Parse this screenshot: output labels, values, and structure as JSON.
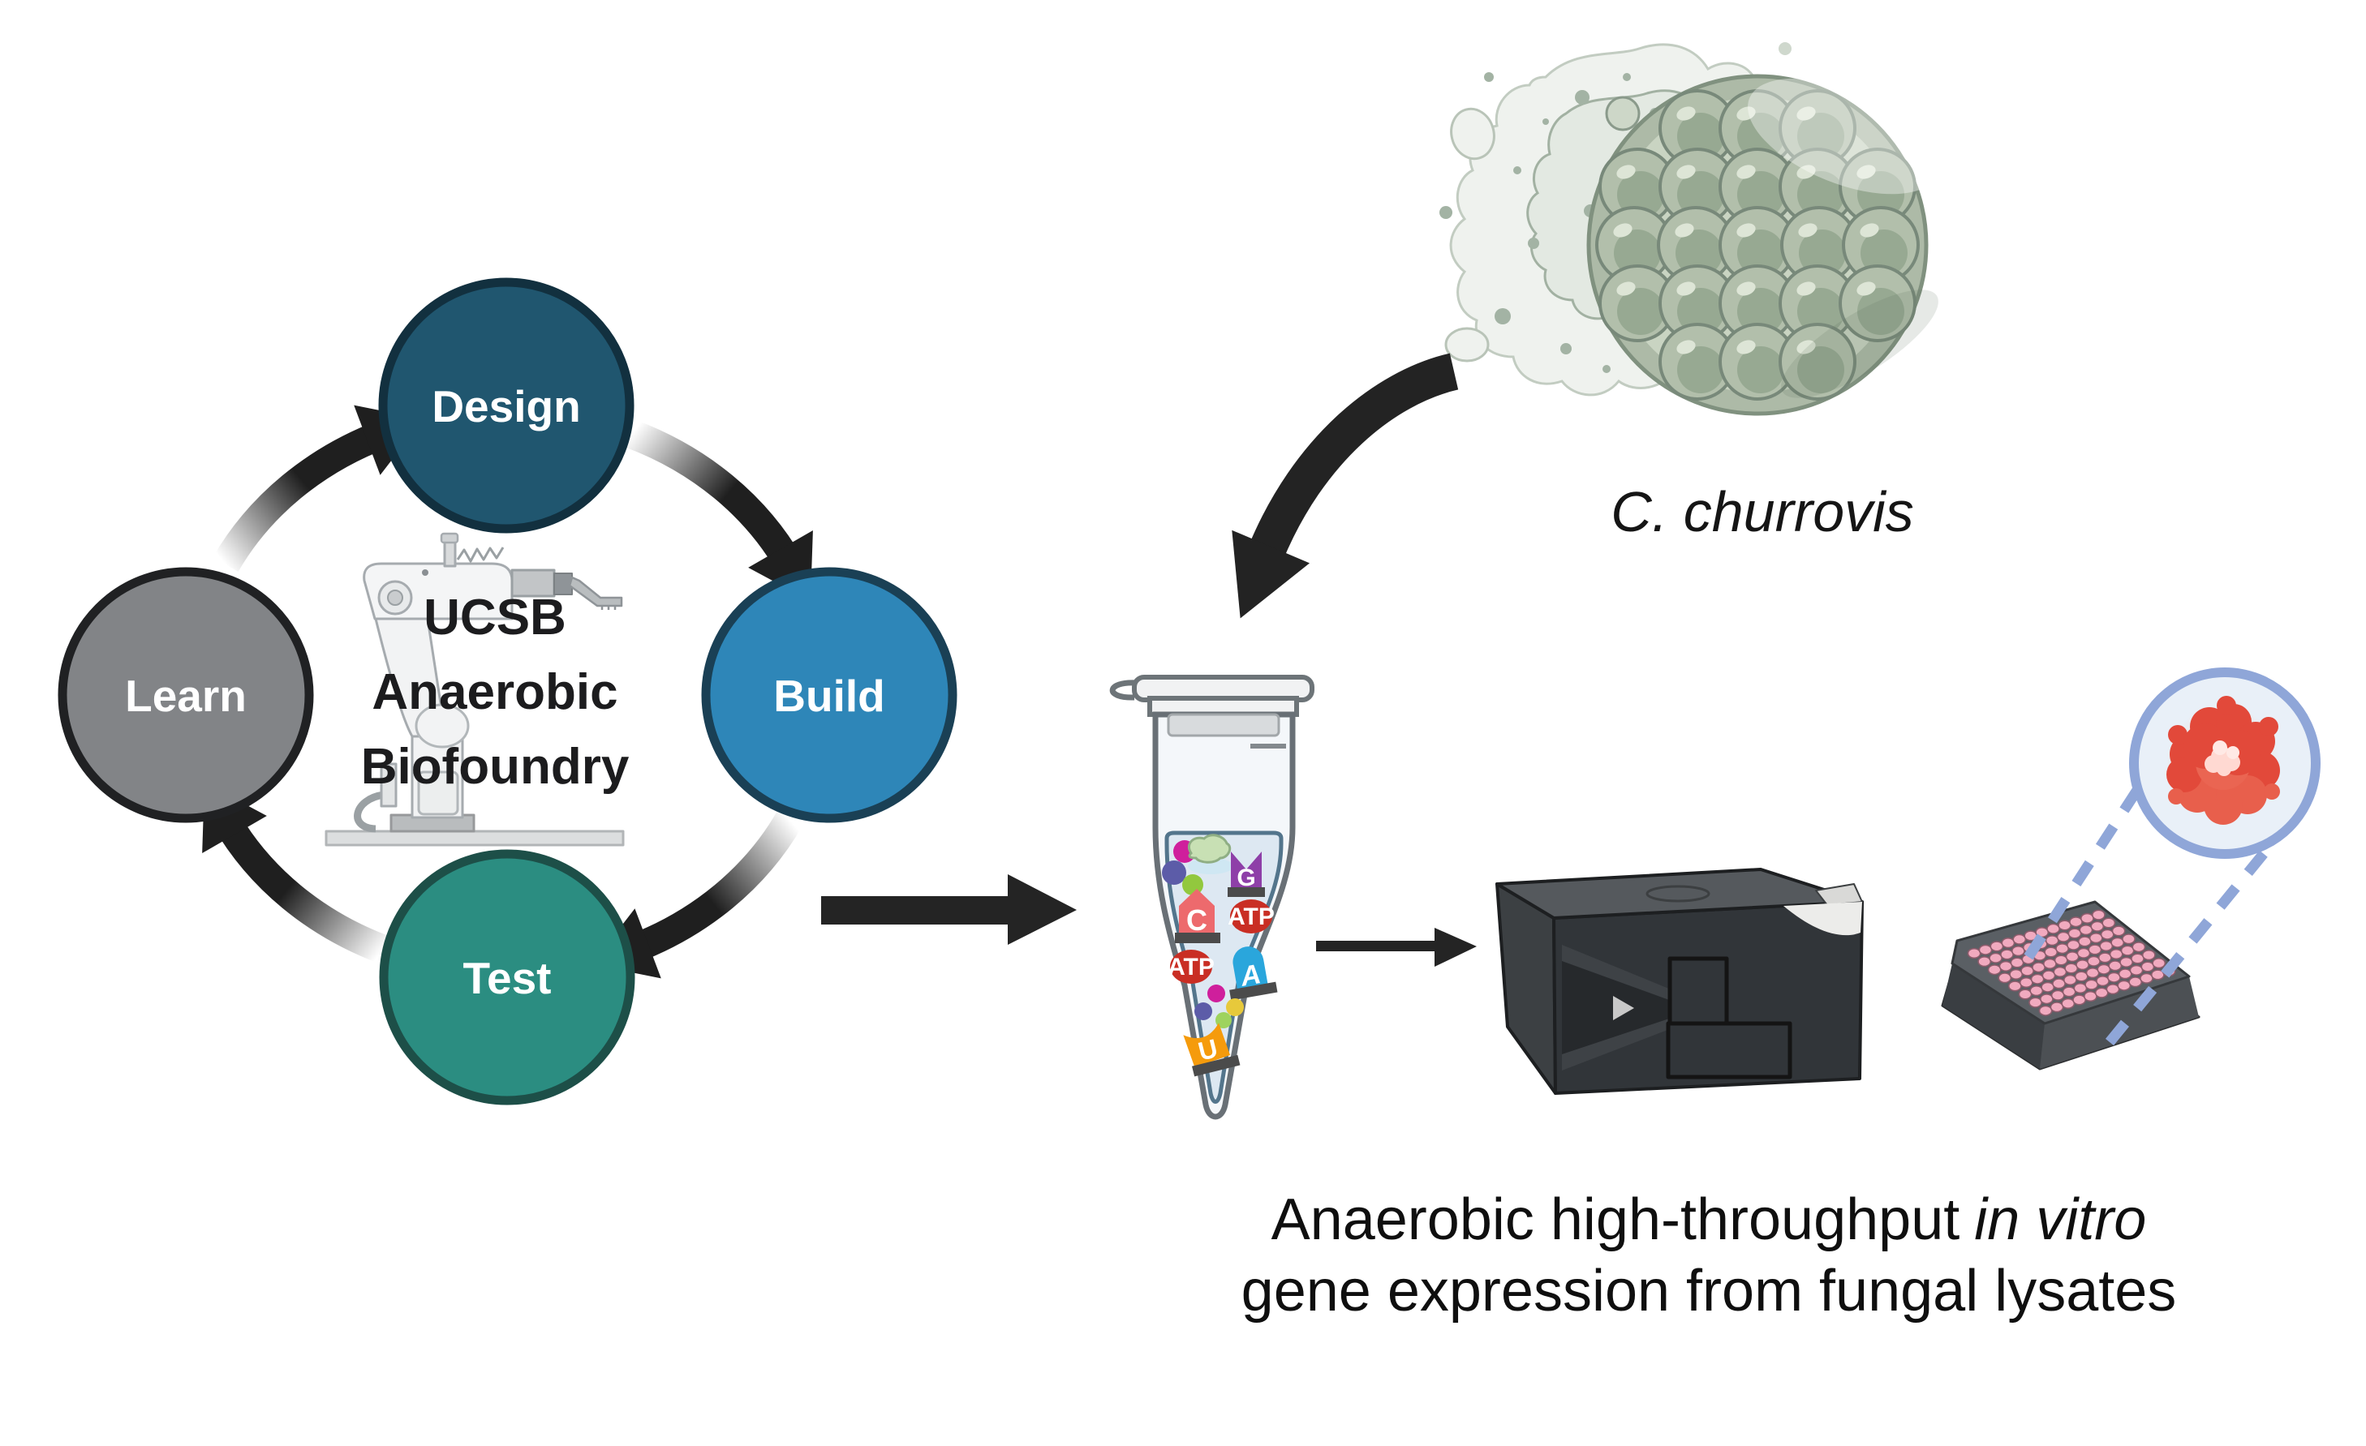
{
  "cycle": {
    "labels": {
      "design": "Design",
      "build": "Build",
      "test": "Test",
      "learn": "Learn"
    },
    "center": {
      "line1": "UCSB",
      "line2": "Anaerobic",
      "line3": "Biofoundry"
    },
    "colors": {
      "design_fill": "#20566F",
      "design_border": "#12303F",
      "build_fill": "#2E86B8",
      "build_border": "#1A4055",
      "test_fill": "#2B8D81",
      "test_border": "#1D4F48",
      "learn_fill": "#828487",
      "learn_border": "#202123"
    }
  },
  "organism": {
    "label": "C. churrovis"
  },
  "tube": {
    "labels": {
      "g": "G",
      "c": "C",
      "a": "A",
      "u": "U",
      "atp1": "ATP",
      "atp2": "ATP"
    },
    "colors": {
      "g": "#8E3FA8",
      "c": "#ED6A6D",
      "a": "#2AA6DC",
      "u": "#F59B0C",
      "atp": "#C92E24"
    }
  },
  "caption": {
    "line1_normal": "Anaerobic high-throughput",
    "line1_italic": "in vitro",
    "line2": "gene expression from fungal lysates"
  },
  "plate": {
    "well_color": "#F1AABF"
  },
  "magnifier": {
    "ring_color": "#8FA6D8"
  },
  "arrow_color": "#232323"
}
